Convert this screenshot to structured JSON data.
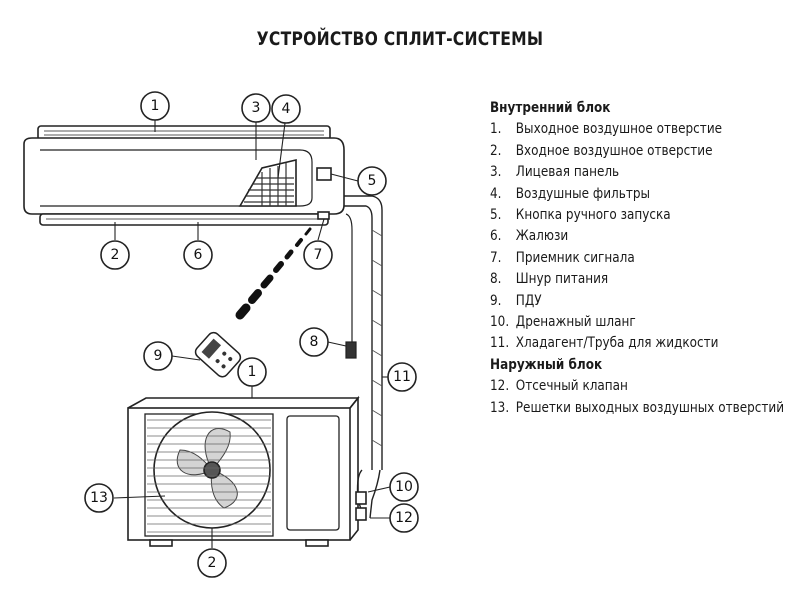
{
  "title": "УСТРОЙСТВО СПЛИТ-СИСТЕМЫ",
  "legend": {
    "indoor_heading": "Внутренний блок",
    "indoor_items": [
      {
        "num": "1.",
        "label": "Выходное воздушное отверстие"
      },
      {
        "num": "2.",
        "label": "Входное воздушное отверстие"
      },
      {
        "num": "3.",
        "label": "Лицевая панель"
      },
      {
        "num": "4.",
        "label": "Воздушные фильтры"
      },
      {
        "num": "5.",
        "label": "Кнопка ручного запуска"
      },
      {
        "num": "6.",
        "label": "Жалюзи"
      },
      {
        "num": "7.",
        "label": "Приемник сигнала"
      },
      {
        "num": "8.",
        "label": "Шнур питания"
      },
      {
        "num": "9.",
        "label": "ПДУ"
      },
      {
        "num": "10.",
        "label": "Дренажный шланг"
      },
      {
        "num": "11.",
        "label": "Хладагент/Труба для жидкости"
      }
    ],
    "outdoor_heading": "Наружный блок",
    "outdoor_items": [
      {
        "num": "12.",
        "label": "Отсечный клапан"
      },
      {
        "num": "13.",
        "label": "Решетки выходных воздушных отверстий"
      }
    ]
  },
  "callouts": {
    "c1_top": "1",
    "c3": "3",
    "c4": "4",
    "c5": "5",
    "c2_top": "2",
    "c6": "6",
    "c7": "7",
    "c8": "8",
    "c9": "9",
    "c1_bottom": "1",
    "c11": "11",
    "c13": "13",
    "c10": "10",
    "c12": "12",
    "c2_bottom": "2"
  }
}
